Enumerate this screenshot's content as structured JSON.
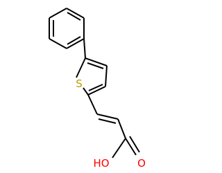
{
  "molecule": {
    "atoms": {
      "sulfur": "S",
      "hydroxyl": "HO",
      "carbonyl_oxygen": "O"
    },
    "colors": {
      "bond": "#000000",
      "sulfur": "#b8a000",
      "oxygen": "#ff0000"
    }
  }
}
